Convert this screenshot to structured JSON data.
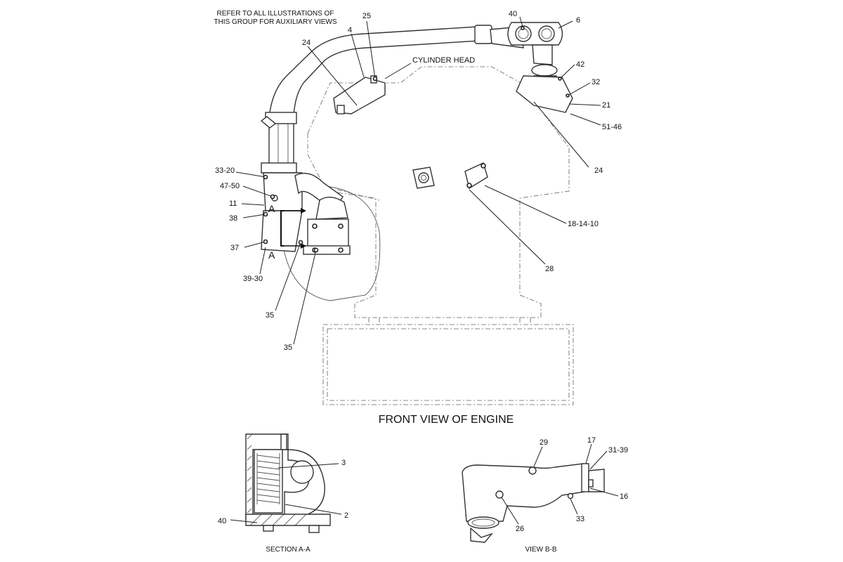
{
  "note": {
    "line1": "REFER TO ALL ILLUSTRATIONS OF",
    "line2": "THIS GROUP FOR AUXILIARY VIEWS"
  },
  "titles": {
    "front_view": "FRONT VIEW OF ENGINE",
    "section_aa": "SECTION  A-A",
    "view_bb": "VIEW  B-B"
  },
  "labels": {
    "cylinder_head": "CYLINDER HEAD",
    "section_marker_top": "A",
    "section_marker_bottom": "A"
  },
  "callouts": {
    "c25": "25",
    "c4": "4",
    "c24_top": "24",
    "c40_top": "40",
    "c6": "6",
    "c42": "42",
    "c32": "32",
    "c21": "21",
    "c51_46": "51-46",
    "c24_right": "24",
    "c33_20": "33-20",
    "c47_50": "47-50",
    "c11": "11",
    "c38": "38",
    "c18_14_10": "18-14-10",
    "c37": "37",
    "c28": "28",
    "c39_30": "39-30",
    "c35_a": "35",
    "c35_b": "35",
    "c3": "3",
    "c2": "2",
    "c40_sec": "40",
    "c29": "29",
    "c17": "17",
    "c31_39": "31-39",
    "c16": "16",
    "c33": "33",
    "c26": "26"
  }
}
